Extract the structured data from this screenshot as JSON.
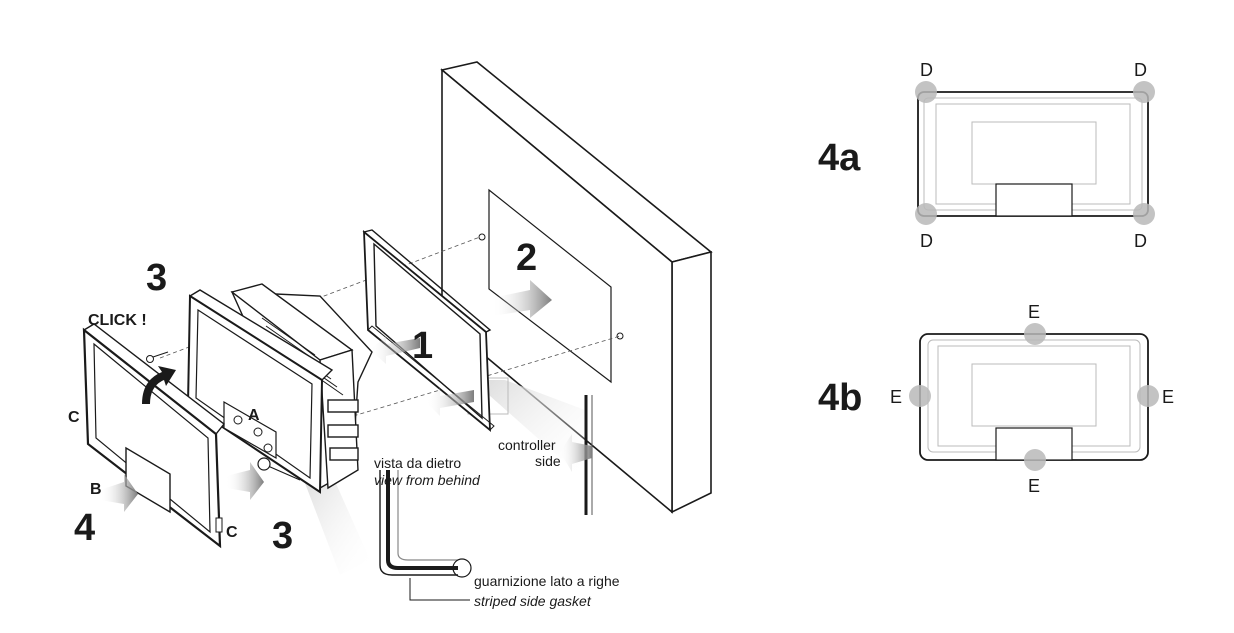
{
  "steps": {
    "step1": "1",
    "step2": "2",
    "step3_top": "3",
    "step3_bottom": "3",
    "step4": "4",
    "step4a": "4a",
    "step4b": "4b"
  },
  "labels": {
    "click": "CLICK !",
    "part_a": "A",
    "part_b": "B",
    "part_c_left": "C",
    "part_c_bottom": "C",
    "controller_side_line1": "controller",
    "controller_side_line2": "side",
    "view_it": "vista da dietro",
    "view_en": "view from behind",
    "gasket_it": "guarnizione lato a righe",
    "gasket_en": "striped side gasket"
  },
  "detail_4a": {
    "points": [
      "D",
      "D",
      "D",
      "D"
    ]
  },
  "detail_4b": {
    "points": [
      "E",
      "E",
      "E",
      "E"
    ]
  },
  "colors": {
    "line": "#1a1a1a",
    "marker_gray": "#b8b8b8",
    "arrow_gray": "#8a8a8a"
  }
}
